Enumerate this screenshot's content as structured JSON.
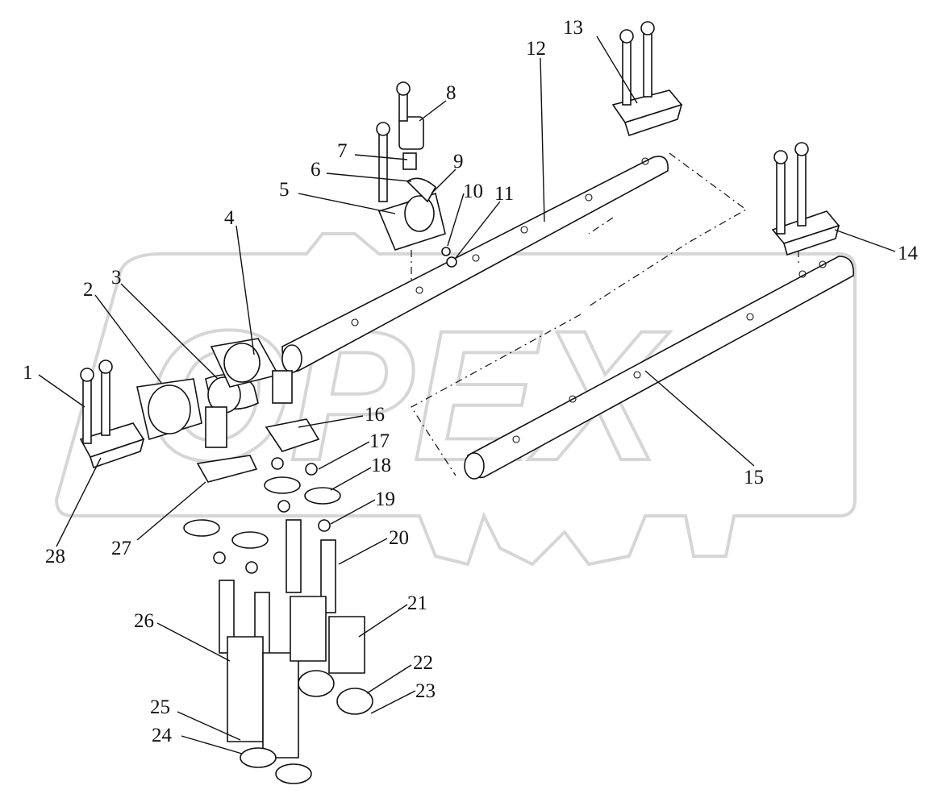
{
  "watermark": {
    "text": "OPEX",
    "color": "#d6d6d6"
  },
  "callouts": [
    {
      "id": "1",
      "label": "1"
    },
    {
      "id": "2",
      "label": "2"
    },
    {
      "id": "3",
      "label": "3"
    },
    {
      "id": "4",
      "label": "4"
    },
    {
      "id": "5",
      "label": "5"
    },
    {
      "id": "6",
      "label": "6"
    },
    {
      "id": "7",
      "label": "7"
    },
    {
      "id": "8",
      "label": "8"
    },
    {
      "id": "9",
      "label": "9"
    },
    {
      "id": "10",
      "label": "10"
    },
    {
      "id": "11",
      "label": "11"
    },
    {
      "id": "12",
      "label": "12"
    },
    {
      "id": "13",
      "label": "13"
    },
    {
      "id": "14",
      "label": "14"
    },
    {
      "id": "15",
      "label": "15"
    },
    {
      "id": "16",
      "label": "16"
    },
    {
      "id": "17",
      "label": "17"
    },
    {
      "id": "18",
      "label": "18"
    },
    {
      "id": "19",
      "label": "19"
    },
    {
      "id": "20",
      "label": "20"
    },
    {
      "id": "21",
      "label": "21"
    },
    {
      "id": "22",
      "label": "22"
    },
    {
      "id": "23",
      "label": "23"
    },
    {
      "id": "24",
      "label": "24"
    },
    {
      "id": "25",
      "label": "25"
    },
    {
      "id": "26",
      "label": "26"
    },
    {
      "id": "27",
      "label": "27"
    },
    {
      "id": "28",
      "label": "28"
    }
  ],
  "line_color": "#111111"
}
